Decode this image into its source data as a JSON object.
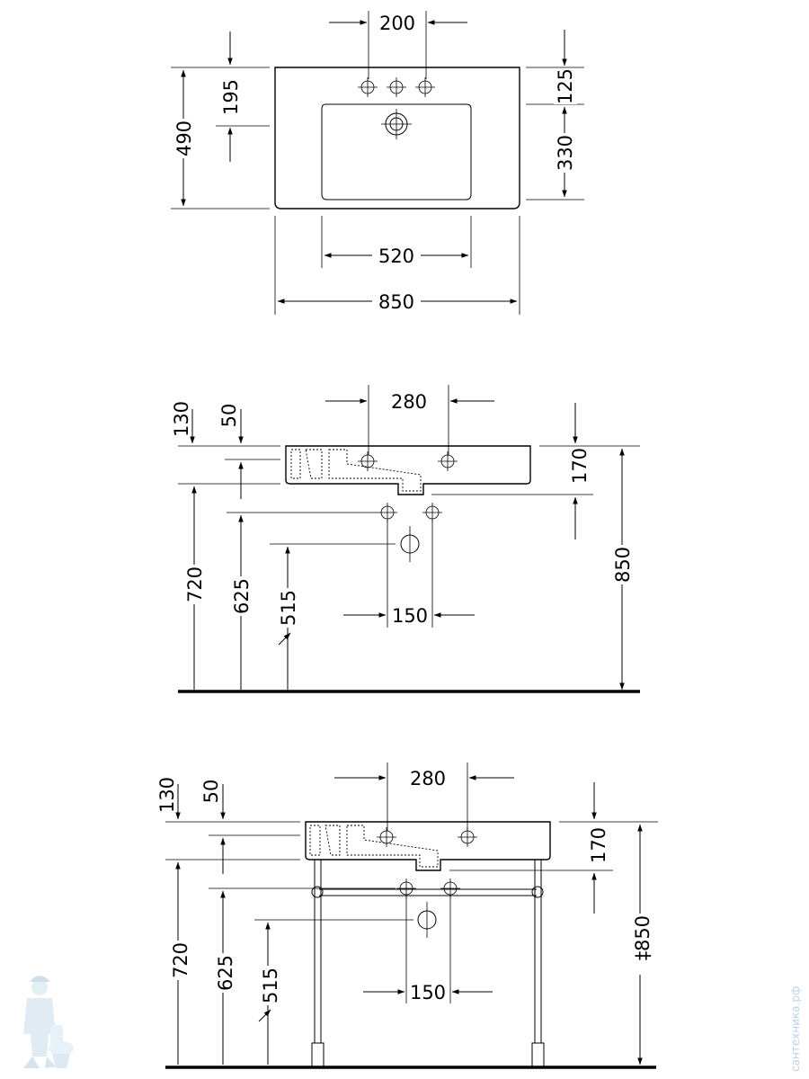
{
  "views": {
    "top": {
      "dims": {
        "tap_spacing": "200",
        "front_to_holes": "195",
        "depth": "490",
        "back_to_bowl": "125",
        "bowl_depth": "330",
        "bowl_width": "520",
        "width": "850"
      }
    },
    "side": {
      "dims": {
        "tap_spacing": "280",
        "rim_130": "130",
        "rim_50": "50",
        "thickness": "170",
        "height_720": "720",
        "height_625": "625",
        "height_515": "515",
        "drain_spacing": "150",
        "total_height": "850"
      }
    },
    "console": {
      "dims": {
        "tap_spacing": "280",
        "rim_130": "130",
        "rim_50": "50",
        "thickness": "170",
        "height_720": "720",
        "height_625": "625",
        "height_515": "515",
        "drain_spacing": "150",
        "total_height": "850",
        "total_height_prefix": "‡"
      }
    }
  },
  "watermark": {
    "text": "сантехника.рф",
    "icon": "plumber-mascot-icon"
  }
}
